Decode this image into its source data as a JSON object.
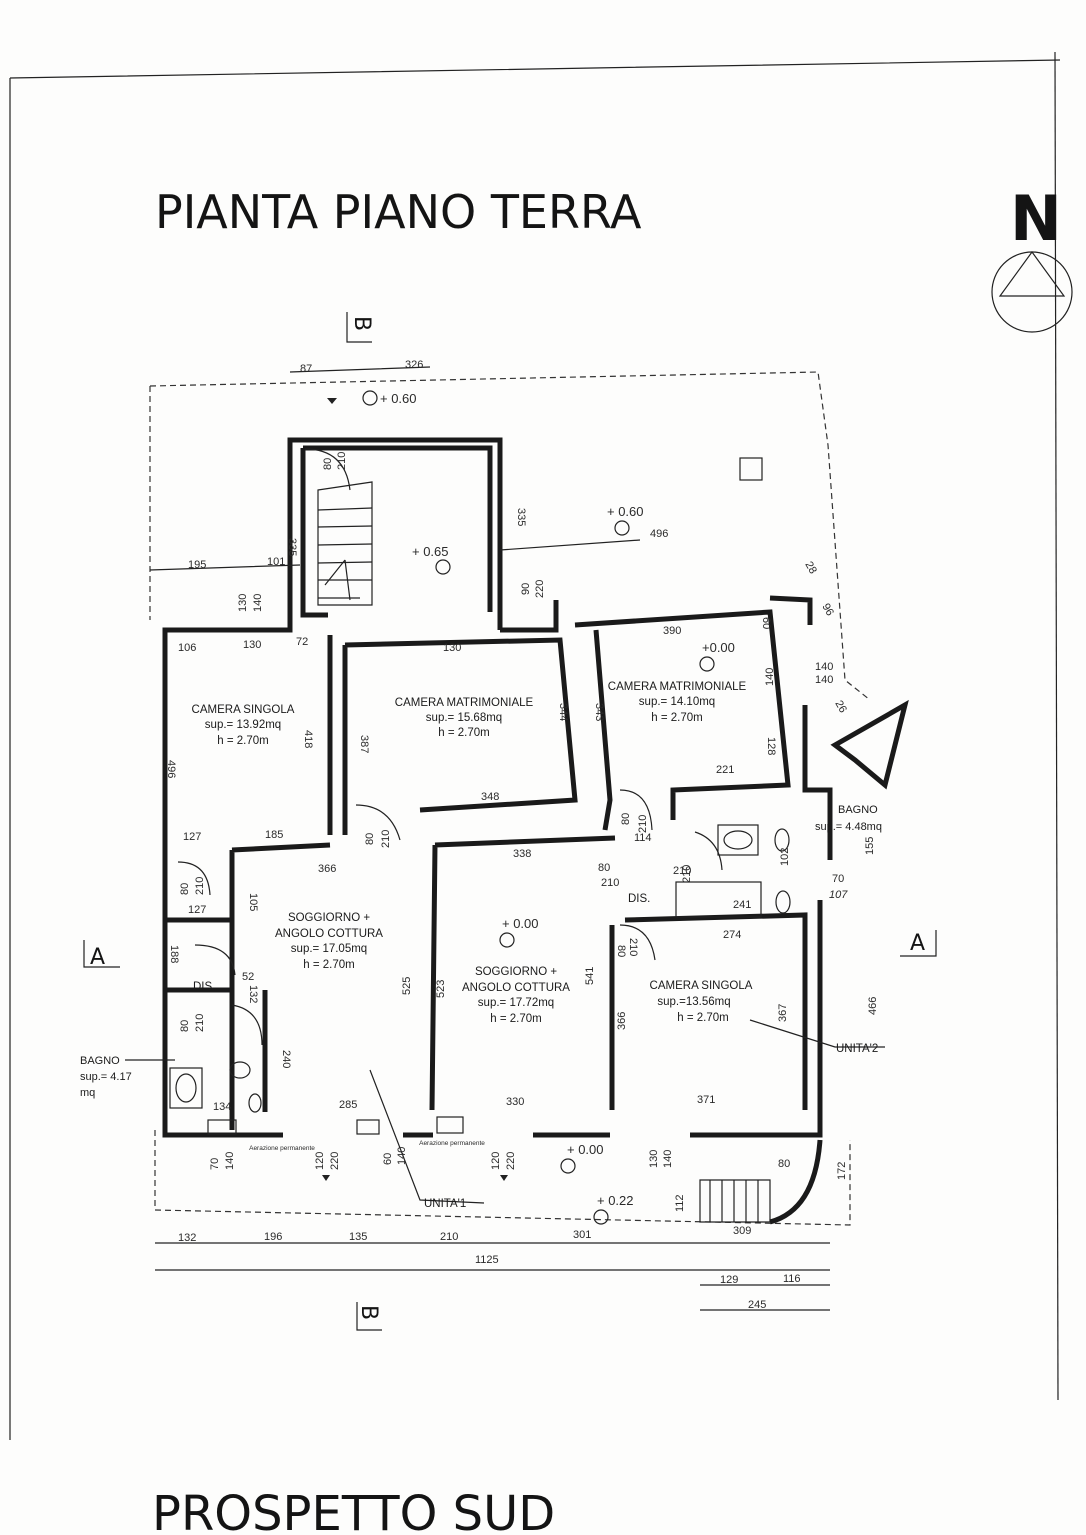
{
  "title": "PIANTA PIANO TERRA",
  "north": "N",
  "bottom_title": "PROSPETTO SUD",
  "sections": {
    "a_left": "A",
    "a_right": "A",
    "b_top": "B",
    "b_bottom": "B"
  },
  "rooms": [
    {
      "name": "CAMERA SINGOLA",
      "sup": "sup.= 13.92mq",
      "h": "h = 2.70m"
    },
    {
      "name": "CAMERA MATRIMONIALE",
      "sup": "sup.= 15.68mq",
      "h": "h = 2.70m"
    },
    {
      "name": "CAMERA MATRIMONIALE",
      "sup": "sup.= 14.10mq",
      "h": "h = 2.70m"
    },
    {
      "name": "SOGGIORNO +",
      "name2": "ANGOLO COTTURA",
      "sup": "sup.= 17.05mq",
      "h": "h = 2.70m"
    },
    {
      "name": "SOGGIORNO +",
      "name2": "ANGOLO COTTURA",
      "sup": "sup.= 17.72mq",
      "h": "h = 2.70m"
    },
    {
      "name": "CAMERA SINGOLA",
      "sup": "sup.=13.56mq",
      "h": "h = 2.70m"
    },
    {
      "name": "BAGNO",
      "sup": "sup.= 4.48mq"
    },
    {
      "name": "BAGNO",
      "sup": "sup.= 4.17",
      "sup2": "mq"
    }
  ],
  "dis": [
    "DIS.",
    "DIS."
  ],
  "units": [
    "UNITA'1",
    "UNITA'2"
  ],
  "aeration": [
    "Aerazione permanente",
    "Aerazione permanente"
  ],
  "levels": [
    "+ 0.60",
    "+ 0.60",
    "+ 0.65",
    "+0.00",
    "+ 0.00",
    "+ 0.00",
    "+ 0.22"
  ],
  "dimensions": {
    "top": [
      "87",
      "326"
    ],
    "stair": [
      "80",
      "210",
      "335",
      "335",
      "90",
      "220",
      "130",
      "140"
    ],
    "upper": [
      "195",
      "101",
      "496",
      "106",
      "130",
      "72",
      "130",
      "390",
      "60",
      "140",
      "140",
      "140",
      "96",
      "28",
      "26"
    ],
    "rooms": [
      "496",
      "418",
      "387",
      "344",
      "343",
      "128",
      "348",
      "221",
      "127",
      "185",
      "80",
      "210",
      "80",
      "210",
      "114",
      "210",
      "102",
      "155"
    ],
    "middle": [
      "366",
      "338",
      "80",
      "210",
      "210",
      "70",
      "107",
      "241",
      "274",
      "127",
      "105",
      "80",
      "210"
    ],
    "lower": [
      "188",
      "80",
      "210",
      "52",
      "132",
      "525",
      "523",
      "541",
      "366",
      "367",
      "466",
      "80",
      "210",
      "240",
      "134",
      "285",
      "330",
      "371"
    ],
    "openings": [
      "70",
      "140",
      "120",
      "220",
      "60",
      "140",
      "120",
      "220",
      "130",
      "140",
      "80",
      "172",
      "112"
    ],
    "totals": [
      "132",
      "196",
      "135",
      "210",
      "301",
      "309",
      "1125",
      "129",
      "116",
      "245"
    ]
  }
}
